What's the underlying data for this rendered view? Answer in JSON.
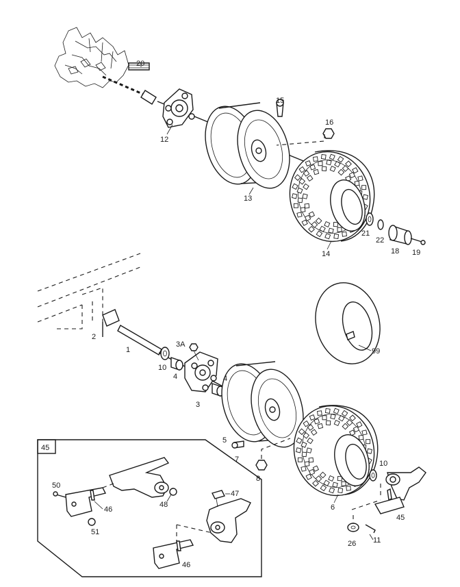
{
  "callouts": {
    "c20": "20",
    "c12": "12",
    "c15": "15",
    "c16": "16",
    "c13": "13",
    "c14": "14",
    "c21": "21",
    "c22": "22",
    "c18": "18",
    "c19": "19",
    "c2": "2",
    "c1": "1",
    "c3A": "3A",
    "c10a": "10",
    "c4a": "4",
    "c4b": "4",
    "c3": "3",
    "c99": "99",
    "c5": "5",
    "c7": "7",
    "c8": "8",
    "c6": "6",
    "c10b": "10",
    "c45": "45",
    "c26": "26",
    "c11": "11"
  },
  "inset": {
    "title": "45",
    "c50": "50",
    "c46a": "46",
    "c51": "51",
    "c48": "48",
    "c47": "47",
    "c46b": "46"
  }
}
